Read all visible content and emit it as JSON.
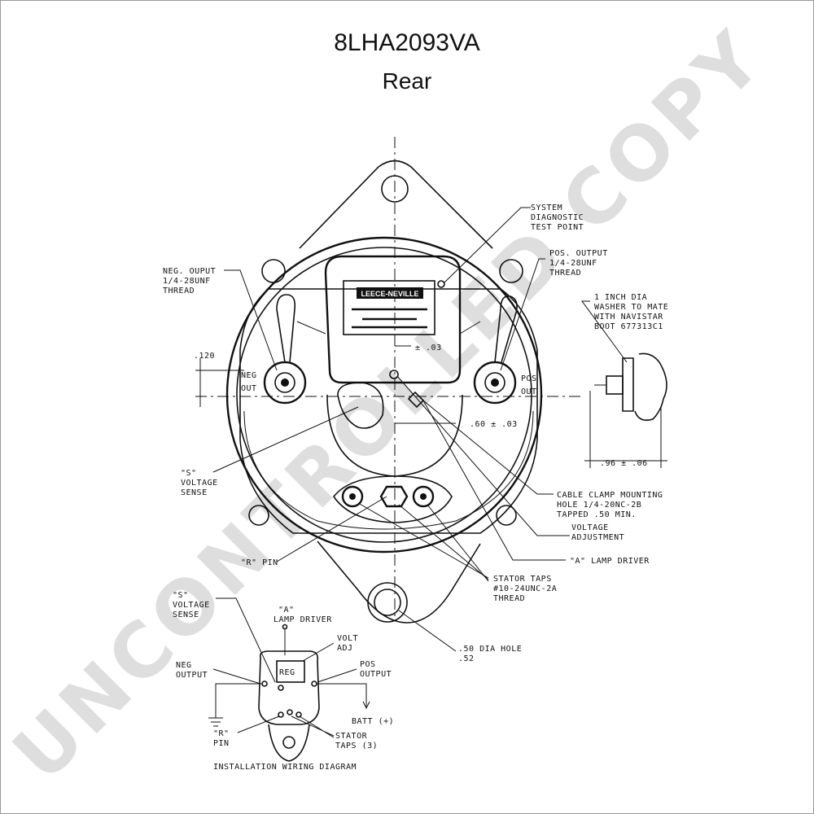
{
  "title": "8LHA2093VA",
  "subtitle": "Rear",
  "watermark": "UNCONTROLLED COPY",
  "brand_plate": "LEECE-NEVILLE",
  "labels": {
    "system_test_1": "SYSTEM",
    "system_test_2": "DIAGNOSTIC",
    "system_test_3": "TEST POINT",
    "neg_output_1": "NEG. OUPUT",
    "neg_output_2": "1/4-28UNF",
    "neg_output_3": "THREAD",
    "pos_output_1": "POS. OUTPUT",
    "pos_output_2": "1/4-28UNF",
    "pos_output_3": "THREAD",
    "washer_1": "1 INCH DIA",
    "washer_2": "WASHER TO MATE",
    "washer_3": "WITH NAVISTAR",
    "washer_4": "BOOT 677313C1",
    "dim_120": ".120",
    "neg_out_1": "NEG",
    "neg_out_2": "OUT",
    "pos_out_1": "POS",
    "pos_out_2": "OUT",
    "dim_pm03": "± .03",
    "dim_60": ".60 ± .03",
    "dim_96": ".96 ± .06",
    "s_sense_1": "\"S\"",
    "s_sense_2": "VOLTAGE",
    "s_sense_3": "SENSE",
    "cable_clamp_1": "CABLE CLAMP MOUNTING",
    "cable_clamp_2": "HOLE 1/4-20NC-2B",
    "cable_clamp_3": "TAPPED .50 MIN.",
    "volt_adj_1": "VOLTAGE",
    "volt_adj_2": "ADJUSTMENT",
    "a_lamp": "\"A\" LAMP DRIVER",
    "r_pin": "\"R\" PIN",
    "stator_taps_1": "STATOR TAPS",
    "stator_taps_2": "#10-24UNC-2A",
    "stator_taps_3": "THREAD",
    "hole_50": ".50 DIA HOLE",
    "hole_52": ".52",
    "wd_s_1": "\"S\"",
    "wd_s_2": "VOLTAGE",
    "wd_s_3": "SENSE",
    "wd_a_1": "\"A\"",
    "wd_a_2": "LAMP DRIVER",
    "wd_volt_1": "VOLT",
    "wd_volt_2": "ADJ",
    "wd_neg_1": "NEG",
    "wd_neg_2": "OUTPUT",
    "wd_pos_1": "POS",
    "wd_pos_2": "OUTPUT",
    "wd_reg": "REG",
    "wd_batt": "BATT (+)",
    "wd_r_1": "\"R\"",
    "wd_r_2": "PIN",
    "wd_stator_1": "STATOR",
    "wd_stator_2": "TAPS (3)",
    "wd_caption": "INSTALLATION WIRING DIAGRAM"
  }
}
